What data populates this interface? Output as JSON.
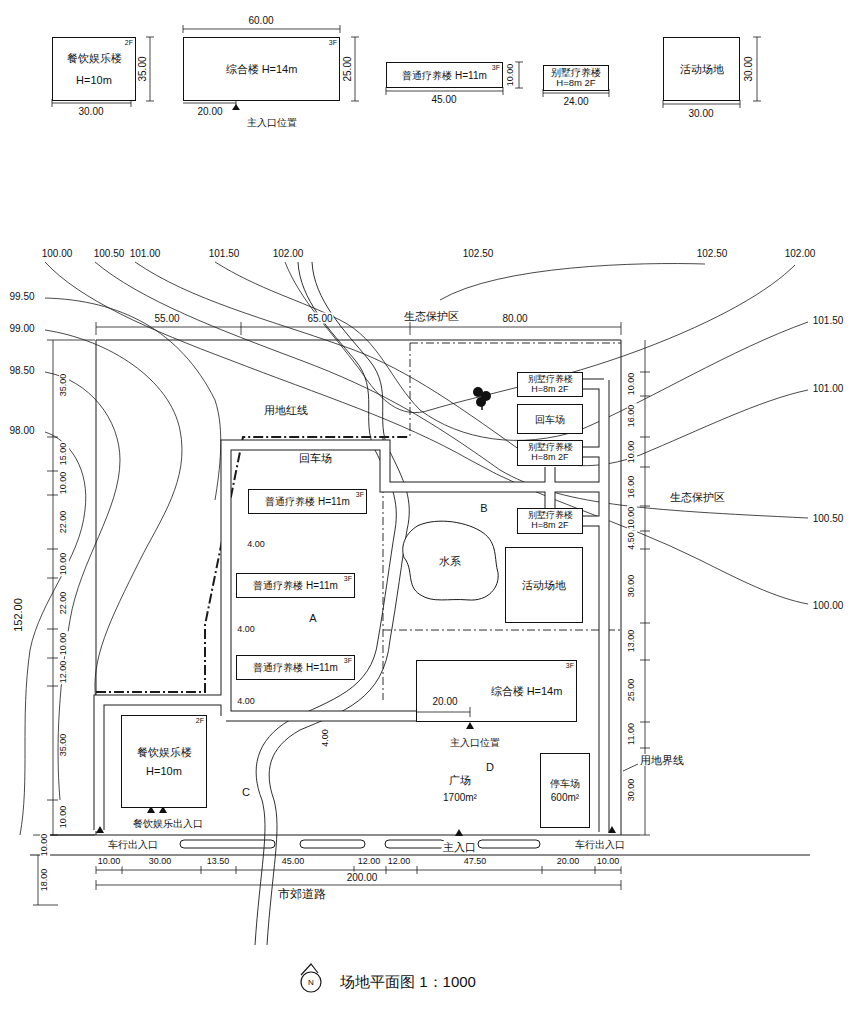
{
  "diagram": {
    "caption": "场地平面图 1：1000",
    "nodes": [
      {
        "text": [
          "餐饮娱乐楼",
          "H=10m",
          "2F"
        ]
      },
      {
        "text": [
          "综合楼 H=14m",
          "3F"
        ]
      },
      {
        "text": [
          "普通疗养楼 H=11m",
          "3F"
        ]
      },
      {
        "text": [
          "别墅疗养楼",
          "H=8m 2F"
        ]
      },
      {
        "text": [
          "活动场地"
        ]
      },
      {
        "text": [
          "别墅疗养楼",
          "H=8m 2F"
        ]
      },
      {
        "text": [
          "回车场"
        ]
      },
      {
        "text": [
          "别墅疗养楼",
          "H=8m 2F"
        ]
      },
      {
        "text": [
          "普通疗养楼 H=11m",
          "3F"
        ]
      },
      {
        "text": [
          "别墅疗养楼",
          "H=8m 2F"
        ]
      },
      {
        "text": [
          "水系"
        ]
      },
      {
        "text": [
          "活动场地"
        ]
      },
      {
        "text": [
          "普通疗养楼 H=11m",
          "3F"
        ]
      },
      {
        "text": [
          "普通疗养楼 H=11m",
          "3F"
        ]
      },
      {
        "text": [
          "综合楼 H=14m",
          "3F"
        ]
      },
      {
        "text": [
          "餐饮娱乐楼",
          "H=10m",
          "2F"
        ]
      },
      {
        "text": [
          "停车场",
          "600m²"
        ]
      }
    ],
    "labels": [
      "35.00",
      "30.00",
      "60.00",
      "25.00",
      "20.00",
      "主入口位置",
      "45.00",
      "10.00",
      "24.00",
      "30.00",
      "30.00",
      "100.00",
      "100.50",
      "101.00",
      "101.50",
      "102.00",
      "102.50",
      "102.50",
      "102.00",
      "101.50",
      "101.00",
      "100.50",
      "100.00",
      "99.50",
      "99.00",
      "98.50",
      "98.00",
      "55.00",
      "65.00",
      "80.00",
      "35.00",
      "15.00",
      "10.00",
      "22.00",
      "10.00",
      "22.00",
      "10.00",
      "12.00",
      "35.00",
      "10.00",
      "152.00",
      "10.00",
      "18.00",
      "10.00",
      "16.00",
      "10.00",
      "16.00",
      "10.00",
      "4.50",
      "30.00",
      "13.00",
      "25.00",
      "11.00",
      "30.00",
      "生态保护区",
      "用地红线",
      "回车场",
      "B",
      "A",
      "C",
      "D",
      "4.00",
      "4.00",
      "4.00",
      "4.00",
      "20.00",
      "主入口位置",
      "广场",
      "1700m²",
      "生态保护区",
      "用地界线",
      "餐饮娱乐出入口",
      "车行出入口",
      "主入口",
      "车行出入口",
      "10.00",
      "30.00",
      "13.50",
      "45.00",
      "12.00",
      "12.00",
      "47.50",
      "20.00",
      "10.00",
      "200.00",
      "市郊道路",
      "N"
    ]
  }
}
